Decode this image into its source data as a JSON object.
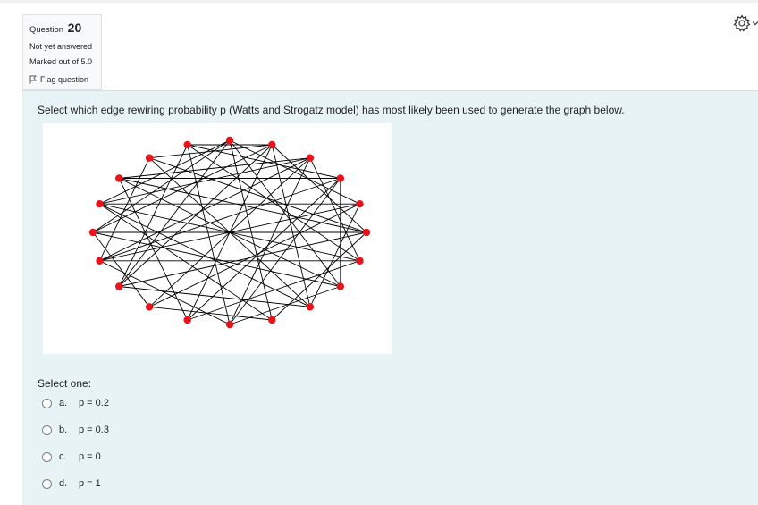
{
  "question": {
    "prefix": "Question",
    "number": "20",
    "status": "Not yet answered",
    "marks": "Marked out of 5.0",
    "flag_label": "Flag question",
    "text": "Select which edge rewiring probability p (Watts and Strogatz model) has most likely been used to generate the graph below.",
    "select_prompt": "Select one:"
  },
  "options": [
    {
      "letter": "a.",
      "label": "p = 0.2"
    },
    {
      "letter": "b.",
      "label": "p = 0.3"
    },
    {
      "letter": "c.",
      "label": "p = 0"
    },
    {
      "letter": "d.",
      "label": "p = 1"
    }
  ],
  "graph": {
    "node_count": 20,
    "node_color": "#e8131b",
    "edge_color": "#000000",
    "edges": [
      [
        0,
        4
      ],
      [
        0,
        7
      ],
      [
        0,
        9
      ],
      [
        0,
        13
      ],
      [
        0,
        16
      ],
      [
        1,
        5
      ],
      [
        1,
        8
      ],
      [
        1,
        11
      ],
      [
        1,
        15
      ],
      [
        1,
        18
      ],
      [
        2,
        6
      ],
      [
        2,
        10
      ],
      [
        2,
        12
      ],
      [
        2,
        17
      ],
      [
        3,
        7
      ],
      [
        3,
        11
      ],
      [
        3,
        14
      ],
      [
        3,
        19
      ],
      [
        4,
        8
      ],
      [
        4,
        12
      ],
      [
        4,
        16
      ],
      [
        5,
        9
      ],
      [
        5,
        13
      ],
      [
        5,
        17
      ],
      [
        6,
        11
      ],
      [
        6,
        14
      ],
      [
        6,
        19
      ],
      [
        7,
        10
      ],
      [
        7,
        15
      ],
      [
        8,
        13
      ],
      [
        8,
        18
      ],
      [
        9,
        12
      ],
      [
        9,
        16
      ],
      [
        10,
        14
      ],
      [
        10,
        19
      ],
      [
        11,
        17
      ],
      [
        12,
        15
      ],
      [
        13,
        19
      ],
      [
        14,
        18
      ],
      [
        15,
        0
      ],
      [
        16,
        2
      ],
      [
        17,
        3
      ],
      [
        18,
        5
      ],
      [
        19,
        1
      ],
      [
        5,
        15
      ],
      [
        4,
        14
      ],
      [
        7,
        17
      ],
      [
        2,
        14
      ],
      [
        8,
        16
      ],
      [
        1,
        13
      ],
      [
        3,
        10
      ],
      [
        6,
        16
      ]
    ]
  },
  "colors": {
    "panel_bg": "#e7f3f5",
    "info_bg": "#f8f9fa"
  }
}
